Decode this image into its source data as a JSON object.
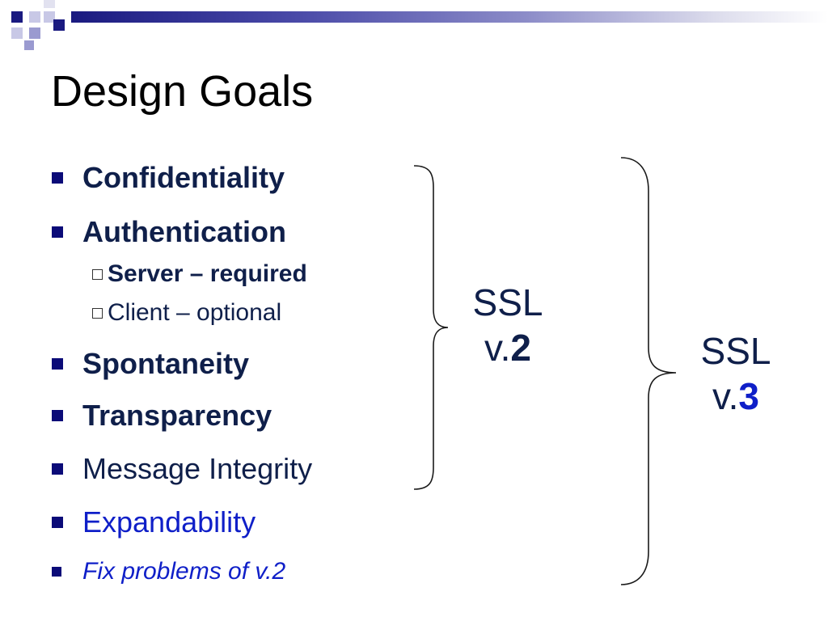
{
  "slide": {
    "title": "Design Goals"
  },
  "bullets": [
    {
      "text": "Confidentiality"
    },
    {
      "text": "Authentication"
    },
    {
      "text": "Spontaneity"
    },
    {
      "text": "Transparency"
    },
    {
      "text": "Message Integrity"
    },
    {
      "text": "Expandability"
    },
    {
      "text": "Fix problems of v.2"
    }
  ],
  "sub_bullets": [
    {
      "text": "Server – required"
    },
    {
      "text": "Client – optional"
    }
  ],
  "braces": {
    "ssl2": {
      "line1": "SSL",
      "prefix": "v.",
      "version": "2"
    },
    "ssl3": {
      "line1": "SSL",
      "prefix": "v.",
      "version": "3"
    }
  },
  "colors": {
    "text_dark": "#0f1f4a",
    "accent_blue": "#0f1fc8",
    "bullet_mark": "#0b0b78",
    "header_navy": "#1a1a80"
  }
}
